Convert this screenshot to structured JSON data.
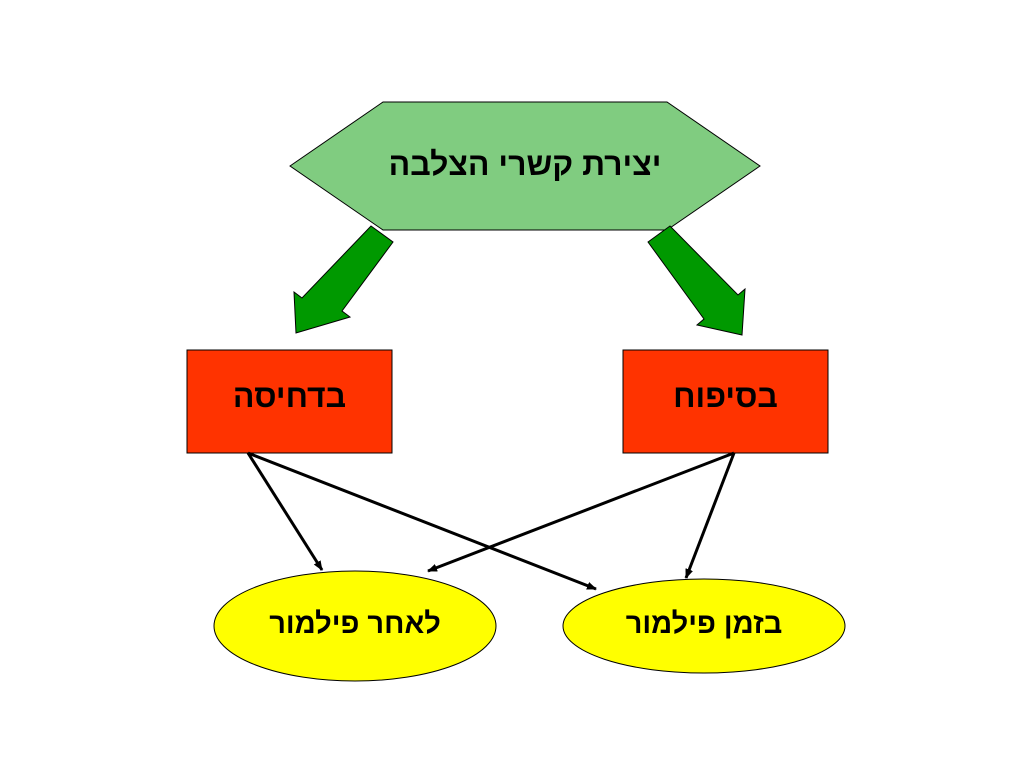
{
  "nodes": {
    "top": {
      "label": "יצירת קשרי הצלבה",
      "fill": "#80CC80"
    },
    "left_box": {
      "label": "בדחיסה",
      "fill": "#FF3300"
    },
    "right_box": {
      "label": "בסיפוח",
      "fill": "#FF3300"
    },
    "left_ellipse": {
      "label": "לאחר פילמור",
      "fill": "#FFFF00"
    },
    "right_ellipse": {
      "label": "בזמן פילמור",
      "fill": "#FFFF00"
    }
  },
  "colors": {
    "block_arrow": "#009900",
    "line_arrow": "#000000",
    "outline": "#000000"
  },
  "edges": [
    {
      "from": "top",
      "to": "left_box",
      "style": "block-arrow"
    },
    {
      "from": "top",
      "to": "right_box",
      "style": "block-arrow"
    },
    {
      "from": "left_box",
      "to": "left_ellipse",
      "style": "line-arrow"
    },
    {
      "from": "left_box",
      "to": "right_ellipse",
      "style": "line-arrow"
    },
    {
      "from": "right_box",
      "to": "left_ellipse",
      "style": "line-arrow"
    },
    {
      "from": "right_box",
      "to": "right_ellipse",
      "style": "line-arrow"
    }
  ]
}
